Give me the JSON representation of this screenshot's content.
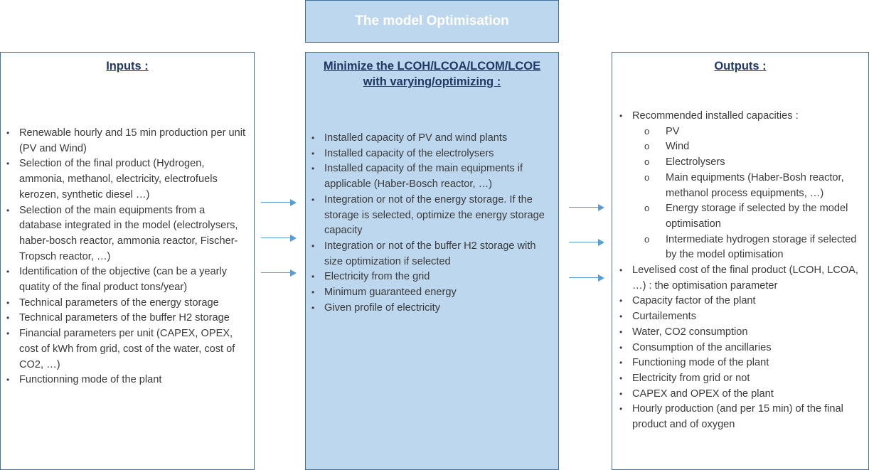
{
  "title": "The model Optimisation",
  "inputs": {
    "heading": "Inputs :",
    "items": [
      "Renewable hourly and 15 min production per unit (PV and Wind)",
      "Selection of the final product (Hydrogen, ammonia, methanol, electricity, electrofuels kerozen, synthetic diesel …)",
      "Selection of the main equipments from a database integrated in the model (electrolysers, haber-bosch reactor, ammonia reactor, Fischer-Tropsch reactor, …)",
      "Identification of the objective (can be a yearly quatity of the final product tons/year)",
      "Technical parameters of the energy storage",
      "Technical parameters of the buffer H2 storage",
      "Financial parameters per unit (CAPEX, OPEX, cost of kWh from grid, cost of the water, cost of CO2, …)",
      "Functionning mode of the plant"
    ]
  },
  "center": {
    "heading": "Minimize the LCOH/LCOA/LCOM/LCOE with varying/optimizing :",
    "items": [
      "Installed capacity of PV and wind plants",
      "Installed capacity of the electrolysers",
      "Installed capacity of the main equipments if applicable (Haber-Bosch reactor, …)",
      "Integration or not of the energy storage. If the storage is selected, optimize the energy storage capacity",
      "Integration or not of the buffer H2 storage with size optimization if selected",
      "Electricity from the grid",
      "Minimum guaranteed energy",
      "Given profile of electricity"
    ]
  },
  "outputs": {
    "heading": "Outputs :",
    "capacities_label": "Recommended installed capacities :",
    "capacities": [
      "PV",
      "Wind",
      "Electrolysers",
      "Main equipments (Haber-Bosh reactor, methanol process equipments, …)",
      "Energy storage if selected by the model optimisation",
      "Intermediate hydrogen storage if selected by the model optimisation"
    ],
    "items": [
      "Levelised cost of the final product (LCOH, LCOA, …) : the optimisation parameter",
      "Capacity factor of the plant",
      "Curtailements",
      "Water, CO2 consumption",
      "Consumption of the ancillaries",
      "Functioning mode of the plant",
      "Electricity from grid or not",
      "CAPEX and OPEX of the plant",
      "Hourly production (and per 15 min) of the final product and of oxygen"
    ]
  },
  "colors": {
    "box_border": "#41719c",
    "center_fill": "#bdd7ee",
    "heading_text": "#1f3864",
    "arrow": "#5b9bd5"
  }
}
